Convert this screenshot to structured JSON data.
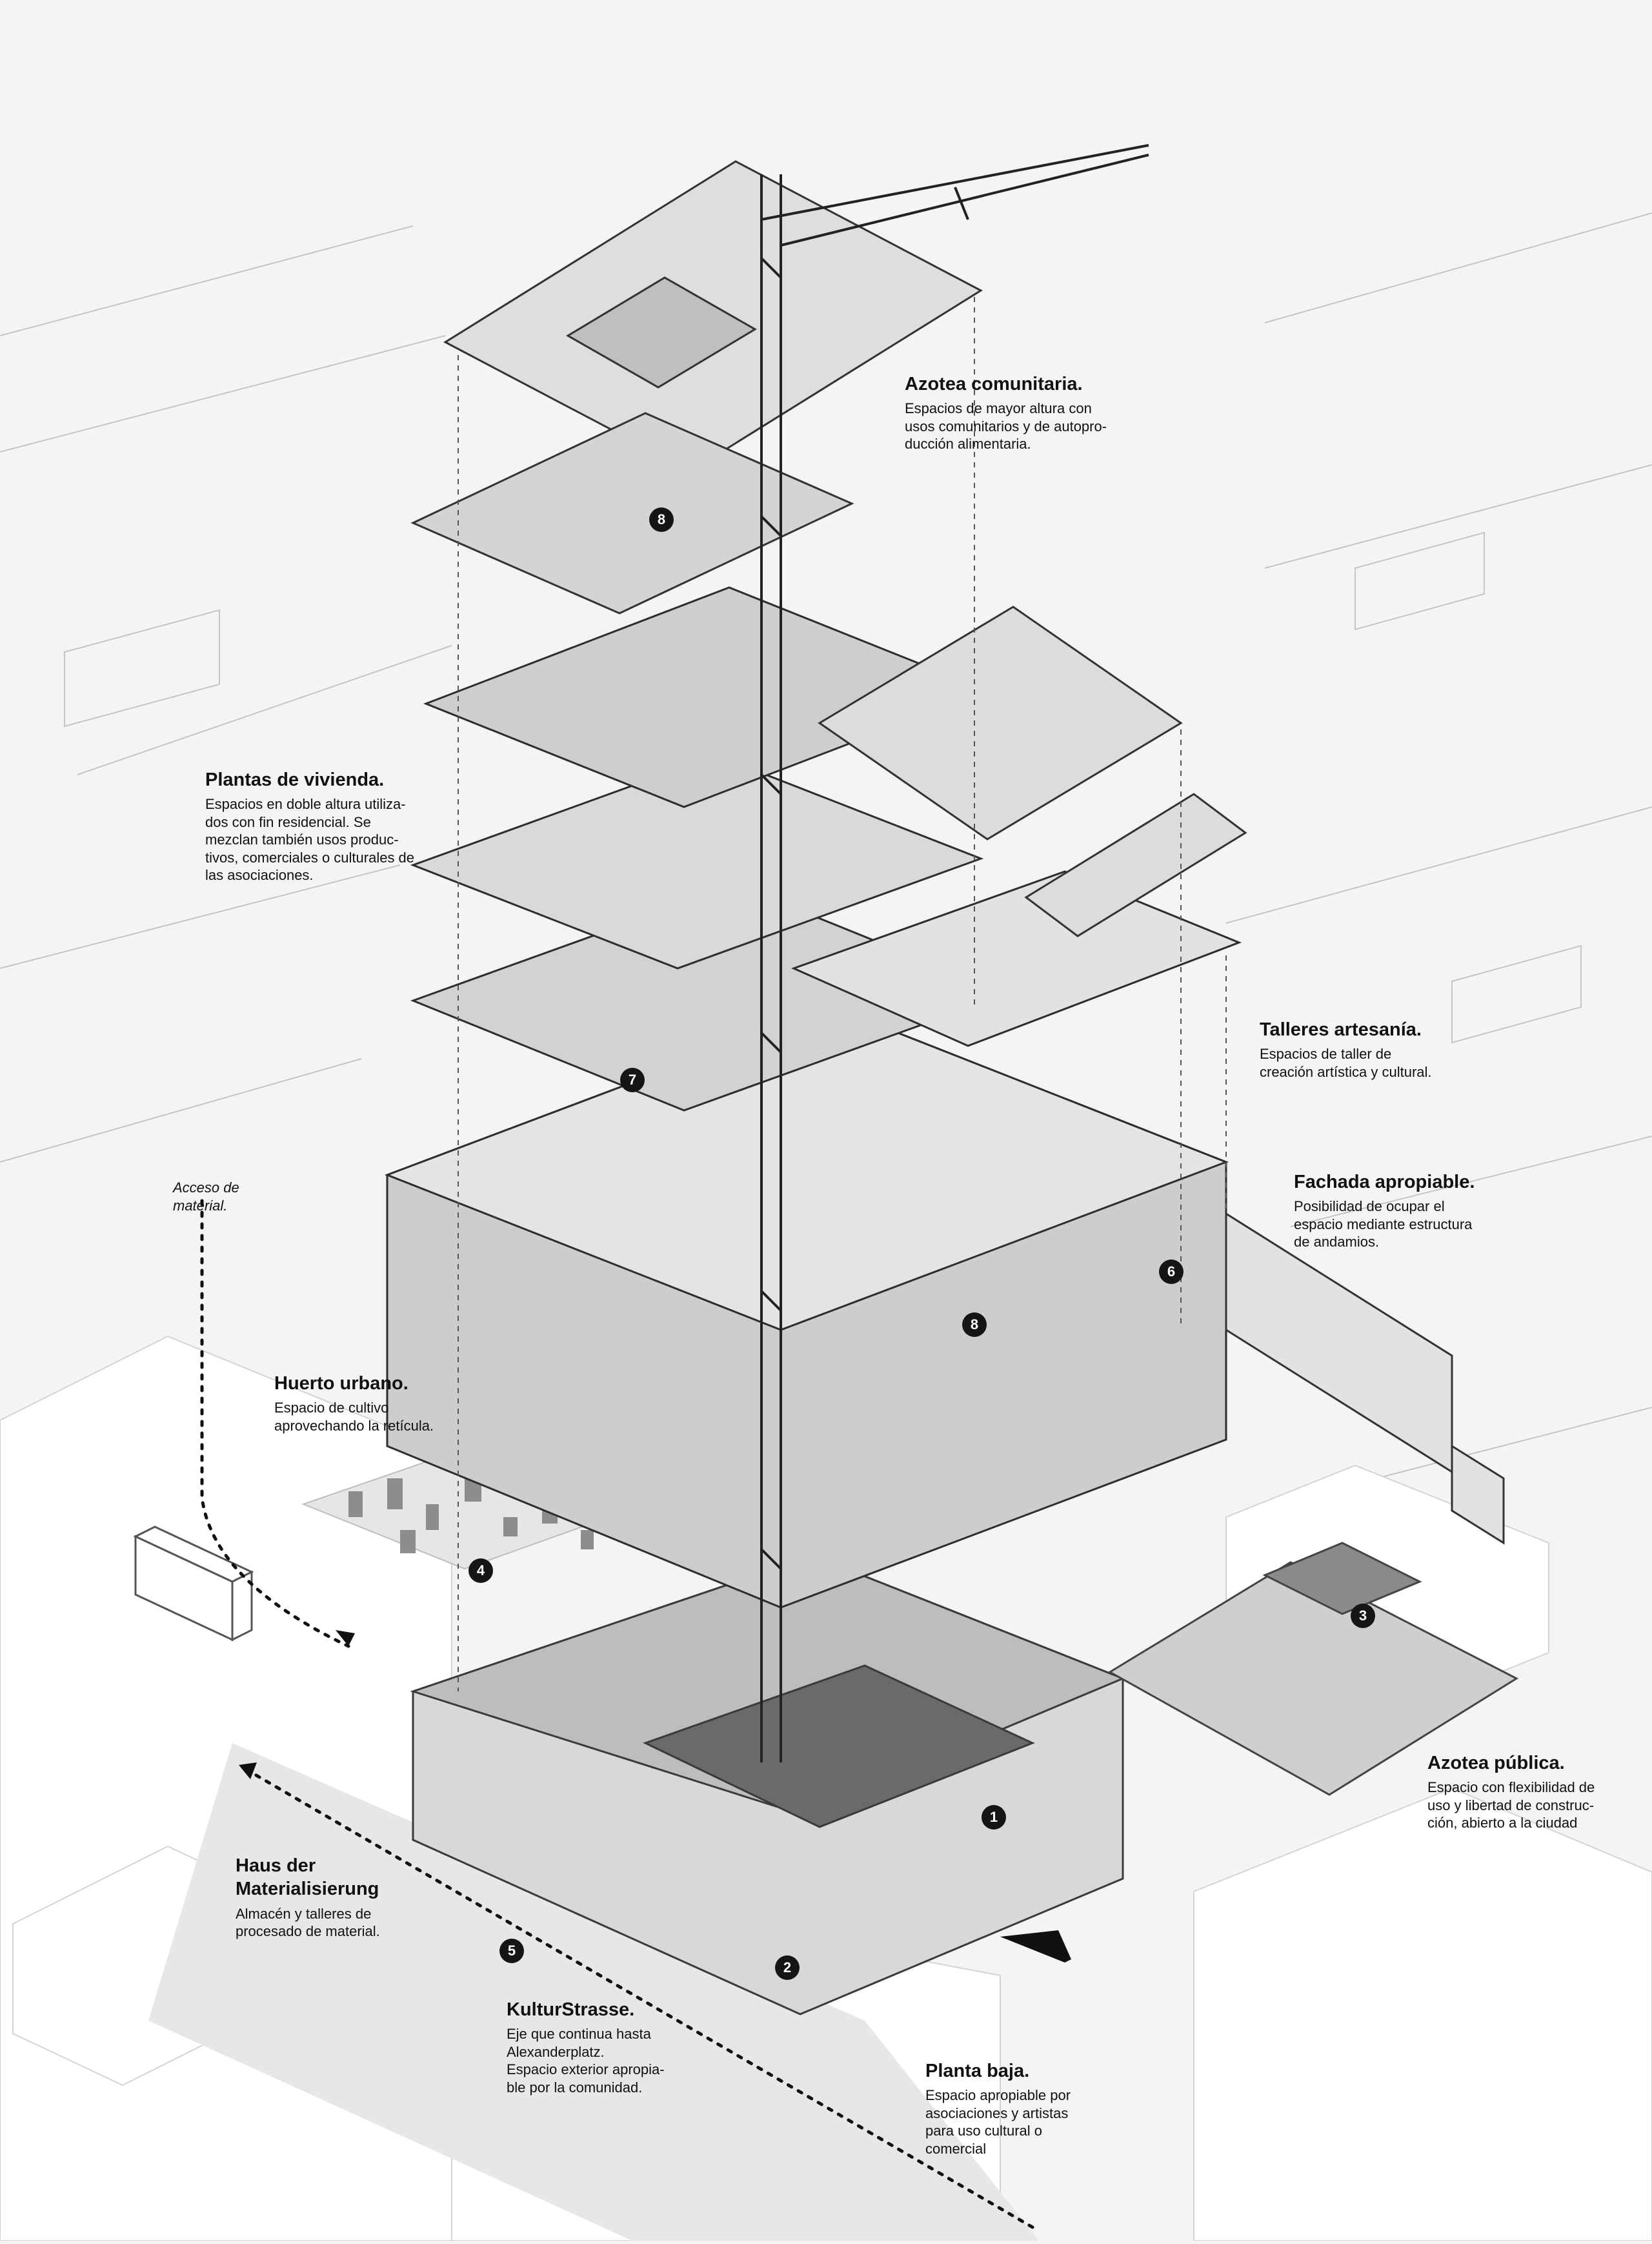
{
  "annotations": {
    "azotea_comunitaria": {
      "title": "Azotea comunitaria.",
      "desc": "Espacios de mayor altura con\nusos comunitarios y de autopro-\nducción alimentaria."
    },
    "plantas_vivienda": {
      "title": "Plantas de vivienda.",
      "desc": "Espacios en doble altura utiliza-\ndos con fin residencial. Se\nmezclan también usos produc-\ntivos, comerciales o culturales de\nlas asociaciones."
    },
    "talleres_artesania": {
      "title": "Talleres artesanía.",
      "desc": "Espacios de taller de\ncreación artística y cultural."
    },
    "acceso_material": {
      "title": "",
      "desc": "Acceso de\nmaterial."
    },
    "fachada_apropiable": {
      "title": "Fachada apropiable.",
      "desc": "Posibilidad de ocupar el\nespacio mediante estructura\nde andamios."
    },
    "huerto_urbano": {
      "title": "Huerto urbano.",
      "desc": "Espacio de cultivo\naprovechando la retícula."
    },
    "azotea_publica": {
      "title": "Azotea pública.",
      "desc": "Espacio con flexibilidad de\nuso y libertad de construc-\nción, abierto a  la ciudad"
    },
    "haus_materialisierung": {
      "title": "Haus der\nMaterialisierung",
      "desc": "Almacén y talleres de\nprocesado de material."
    },
    "kulturstrasse": {
      "title": "KulturStrasse.",
      "desc": "Eje que continua hasta\nAlexanderplatz.\nEspacio exterior apropia-\nble por la comunidad."
    },
    "planta_baja": {
      "title": "Planta baja.",
      "desc": "Espacio apropiable por\nasociaciones y artistas\npara uso cultural o\ncomercial"
    }
  },
  "badges": [
    "8",
    "7",
    "8",
    "6",
    "4",
    "3",
    "1",
    "2",
    "5"
  ],
  "colors": {
    "background": "#f4f4f4",
    "ink": "#151515",
    "line": "#9a9a9a",
    "block": "#ffffff"
  }
}
